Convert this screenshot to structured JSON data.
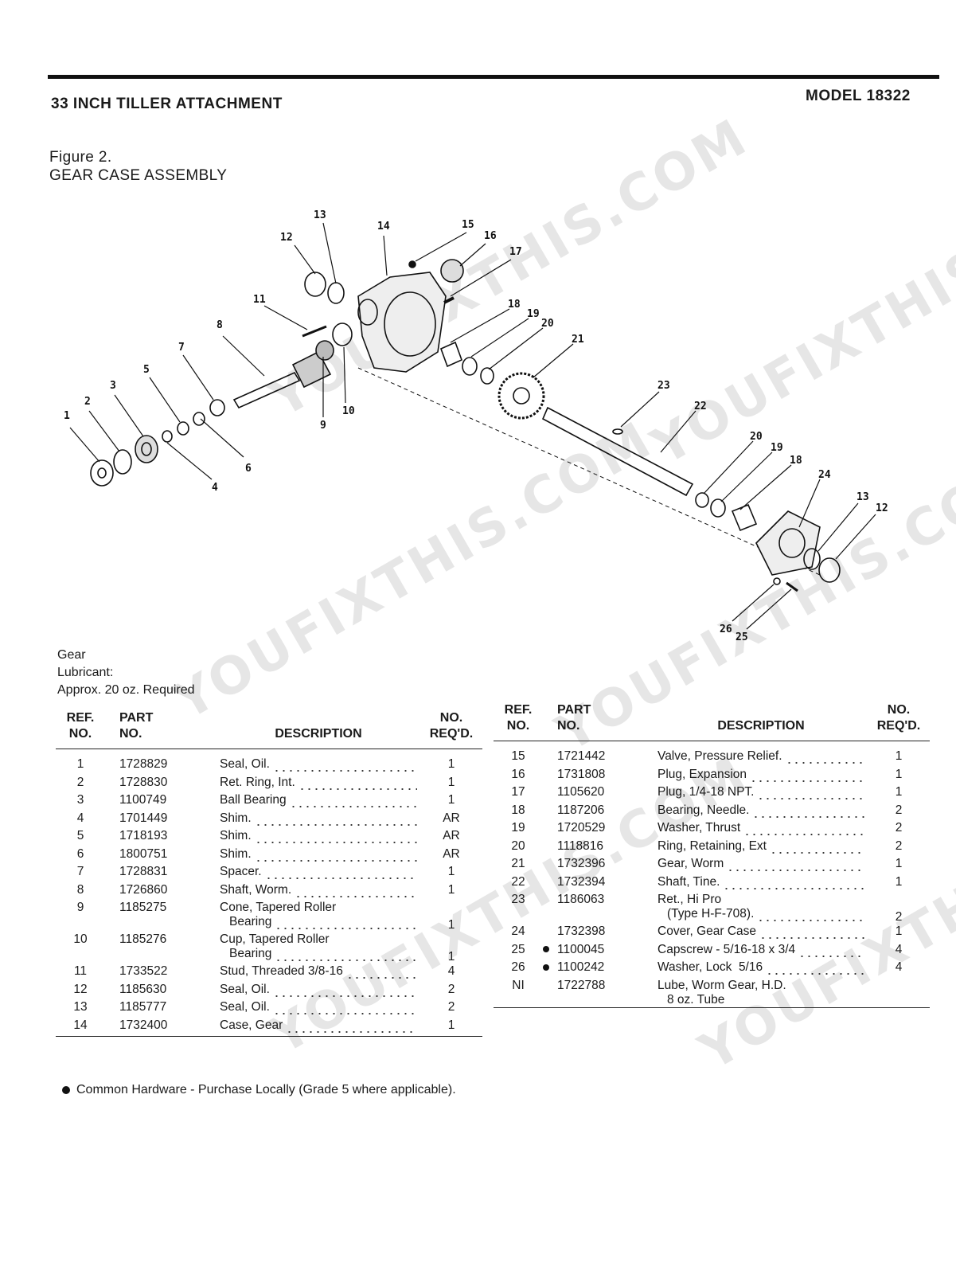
{
  "header": {
    "title": "33 INCH TILLER ATTACHMENT",
    "model": "MODEL 18322"
  },
  "figure": {
    "number": "Figure 2.",
    "caption": "GEAR CASE ASSEMBLY"
  },
  "lubricant": {
    "line1": "Gear",
    "line2": "Lubricant:",
    "line3": "Approx. 20 oz. Required"
  },
  "table_headers": {
    "ref_1": "REF.",
    "ref_2": "NO.",
    "part_1": "PART",
    "part_2": "NO.",
    "desc": "DESCRIPTION",
    "qty_1": "NO.",
    "qty_2": "REQ'D."
  },
  "parts_left": [
    {
      "ref": "1",
      "part": "1728829",
      "desc": "Seal, Oil.",
      "qty": "1"
    },
    {
      "ref": "2",
      "part": "1728830",
      "desc": "Ret. Ring, Int.",
      "qty": "1"
    },
    {
      "ref": "3",
      "part": "1100749",
      "desc": "Ball Bearing",
      "qty": "1"
    },
    {
      "ref": "4",
      "part": "1701449",
      "desc": "Shim.",
      "qty": "AR"
    },
    {
      "ref": "5",
      "part": "1718193",
      "desc": "Shim.",
      "qty": "AR"
    },
    {
      "ref": "6",
      "part": "1800751",
      "desc": "Shim.",
      "qty": "AR"
    },
    {
      "ref": "7",
      "part": "1728831",
      "desc": "Spacer.",
      "qty": "1"
    },
    {
      "ref": "8",
      "part": "1726860",
      "desc": "Shaft, Worm.",
      "qty": "1"
    },
    {
      "ref": "9",
      "part": "1185275",
      "desc": "Cone, Tapered Roller",
      "desc2": "Bearing",
      "qty": "1"
    },
    {
      "ref": "10",
      "part": "1185276",
      "desc": "Cup, Tapered Roller",
      "desc2": "Bearing",
      "qty": "1"
    },
    {
      "ref": "11",
      "part": "1733522",
      "desc": "Stud, Threaded 3/8-16",
      "qty": "4"
    },
    {
      "ref": "12",
      "part": "1185630",
      "desc": "Seal, Oil.",
      "qty": "2"
    },
    {
      "ref": "13",
      "part": "1185777",
      "desc": "Seal, Oil.",
      "qty": "2"
    },
    {
      "ref": "14",
      "part": "1732400",
      "desc": "Case, Gear",
      "qty": "1"
    }
  ],
  "parts_right": [
    {
      "ref": "15",
      "part": "1721442",
      "desc": "Valve, Pressure Relief.",
      "qty": "1"
    },
    {
      "ref": "16",
      "part": "1731808",
      "desc": "Plug, Expansion",
      "qty": "1"
    },
    {
      "ref": "17",
      "part": "1105620",
      "desc": "Plug, 1/4-18 NPT.",
      "qty": "1"
    },
    {
      "ref": "18",
      "part": "1187206",
      "desc": "Bearing, Needle.",
      "qty": "2"
    },
    {
      "ref": "19",
      "part": "1720529",
      "desc": "Washer, Thrust",
      "qty": "2"
    },
    {
      "ref": "20",
      "part": "1118816",
      "desc": "Ring, Retaining, Ext",
      "qty": "2"
    },
    {
      "ref": "21",
      "part": "1732396",
      "desc": "Gear, Worm",
      "qty": "1"
    },
    {
      "ref": "22",
      "part": "1732394",
      "desc": "Shaft, Tine.",
      "qty": "1"
    },
    {
      "ref": "23",
      "part": "1186063",
      "desc": "Ret., Hi Pro",
      "desc2": "(Type H-F-708).",
      "qty": "2"
    },
    {
      "ref": "24",
      "part": "1732398",
      "desc": "Cover, Gear Case",
      "qty": "1"
    },
    {
      "ref": "25",
      "part": "1100045",
      "desc": "Capscrew - 5/16-18 x 3/4",
      "qty": "4",
      "common": true
    },
    {
      "ref": "26",
      "part": "1100242",
      "desc": "Washer, Lock  5/16",
      "qty": "4",
      "common": true
    },
    {
      "ref": "NI",
      "part": "1722788",
      "desc": "Lube, Worm Gear, H.D.",
      "desc2": "8 oz. Tube",
      "qty": "",
      "nodots": true
    }
  ],
  "footnote": "Common Hardware - Purchase Locally (Grade 5 where applicable).",
  "diagram_labels": [
    "1",
    "2",
    "3",
    "4",
    "5",
    "6",
    "7",
    "8",
    "9",
    "10",
    "11",
    "12",
    "13",
    "14",
    "15",
    "16",
    "17",
    "18",
    "19",
    "20",
    "21",
    "22",
    "23",
    "20",
    "19",
    "18",
    "24",
    "13",
    "12",
    "26",
    "25"
  ],
  "watermark_text": "YOUFIXTHIS.COM"
}
